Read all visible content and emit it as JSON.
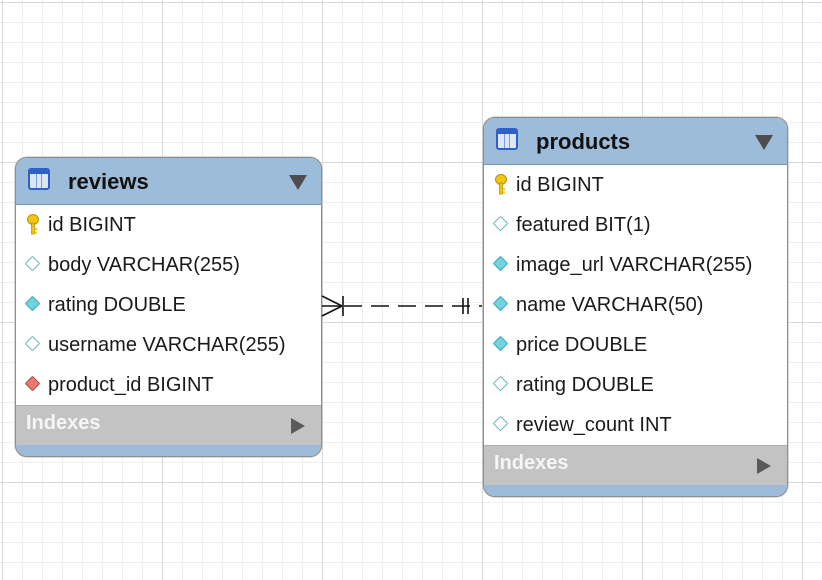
{
  "diagram": {
    "tables": [
      {
        "id": "reviews",
        "title": "reviews",
        "columns": [
          {
            "text": "id BIGINT",
            "icon": "primary-key-icon"
          },
          {
            "text": "body VARCHAR(255)",
            "icon": "nullable-column-icon"
          },
          {
            "text": "rating DOUBLE",
            "icon": "not-null-column-icon"
          },
          {
            "text": "username VARCHAR(255)",
            "icon": "nullable-column-icon"
          },
          {
            "text": "product_id BIGINT",
            "icon": "foreign-key-icon"
          }
        ],
        "indexes_label": "Indexes"
      },
      {
        "id": "products",
        "title": "products",
        "columns": [
          {
            "text": "id BIGINT",
            "icon": "primary-key-icon"
          },
          {
            "text": "featured BIT(1)",
            "icon": "nullable-column-icon"
          },
          {
            "text": "image_url VARCHAR(255)",
            "icon": "not-null-column-icon"
          },
          {
            "text": "name VARCHAR(50)",
            "icon": "not-null-column-icon"
          },
          {
            "text": "price DOUBLE",
            "icon": "not-null-column-icon"
          },
          {
            "text": "rating DOUBLE",
            "icon": "nullable-column-icon"
          },
          {
            "text": "review_count INT",
            "icon": "nullable-column-icon"
          }
        ],
        "indexes_label": "Indexes"
      }
    ],
    "relationship": {
      "from": "reviews",
      "to": "products",
      "from_end": "many-mandatory",
      "to_end": "one-mandatory",
      "line_style": "dashed"
    },
    "colors": {
      "header": "#9cbcd9",
      "indexes": "#c3c3c3",
      "primary_key": "#f2c413",
      "foreign_key": "#e8796f",
      "column_filled": "#6fd3e0"
    }
  }
}
